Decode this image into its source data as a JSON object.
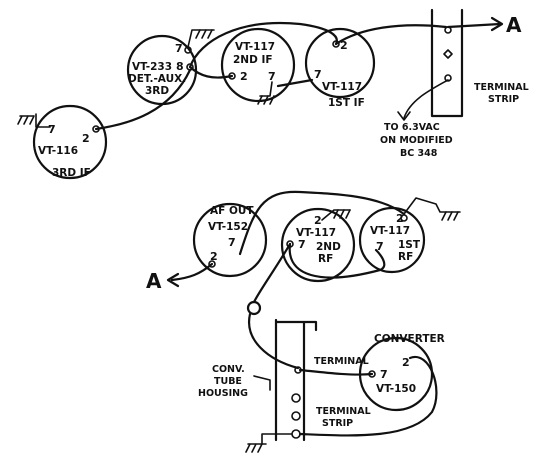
{
  "upper": {
    "vt233": {
      "name": "VT-233",
      "line2": "DET.-AUX.",
      "line3": "3RD",
      "pin_a": "7",
      "pin_b": "8"
    },
    "vt117_2nd": {
      "name": "VT-117",
      "stage": "2ND IF",
      "pin_a": "7",
      "pin_b": "2"
    },
    "vt117_1st": {
      "name": "VT-117",
      "stage": "1ST IF",
      "pin_a": "2",
      "pin_b": "7"
    },
    "vt116": {
      "name": "VT-116",
      "stage": "3RD IF",
      "pin_a": "7",
      "pin_b": "2"
    },
    "terminal_strip": {
      "line1": "TERMINAL",
      "line2": "STRIP"
    },
    "offpage": "A",
    "note": {
      "line1": "TO 6.3VAC",
      "line2": "ON MODIFIED",
      "line3": "BC 348"
    }
  },
  "lower": {
    "vt152": {
      "title": "AF OUT",
      "name": "VT-152",
      "pin_a": "7",
      "pin_b": "2"
    },
    "vt117_2nd_rf": {
      "name": "VT-117",
      "stage_a": "2ND",
      "stage_b": "RF",
      "pin_a": "2",
      "pin_b": "7"
    },
    "vt117_1st_rf": {
      "name": "VT-117",
      "stage_a": "1ST",
      "stage_b": "RF",
      "pin_a": "2",
      "pin_b": "7"
    },
    "offpage": "A",
    "converter": {
      "title": "CONVERTER",
      "name": "VT-150",
      "pin_a": "7",
      "pin_b": "2"
    },
    "housing": {
      "line1": "CONV.",
      "line2": "TUBE",
      "line3": "HOUSING"
    },
    "terminal_label": "TERMINAL",
    "terminal_strip": {
      "line1": "TERMINAL",
      "line2": "STRIP"
    }
  }
}
